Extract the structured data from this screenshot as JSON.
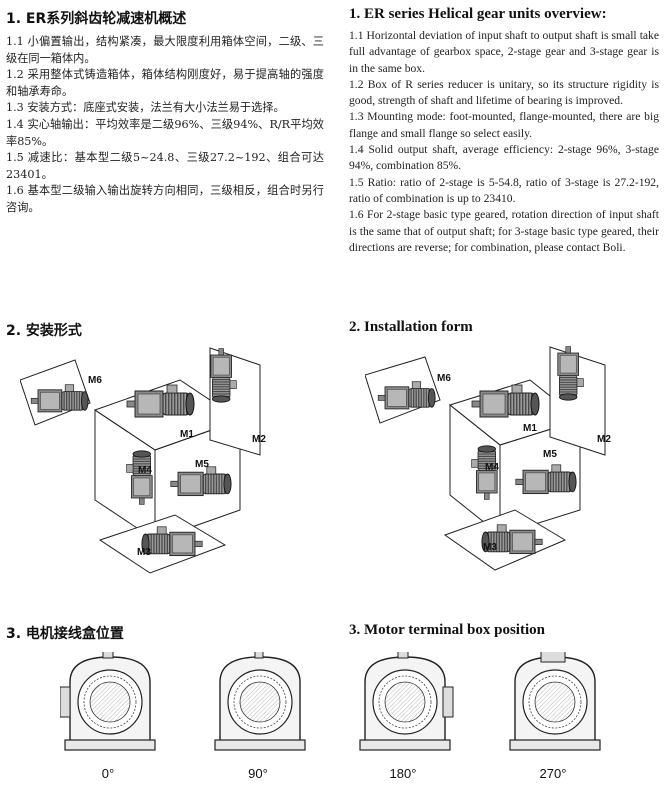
{
  "section1": {
    "cn_title": "1. ER系列斜齿轮减速机概述",
    "cn_paragraphs": [
      "1.1 小偏置输出，结构紧凑，最大限度利用箱体空间，二级、三级在同一箱体内。",
      "1.2 采用整体式铸造箱体，箱体结构刚度好，易于提高轴的强度和轴承寿命。",
      "1.3 安装方式：底座式安装，法兰有大小法兰易于选择。",
      "1.4 实心轴输出：平均效率是二级96%、三级94%、R/R平均效率85%。",
      "1.5 减速比：基本型二级5~24.8、三级27.2~192、组合可达23401。",
      "1.6 基本型二级输入输出旋转方向相同，三级相反，组合时另行咨询。"
    ],
    "en_title": "1. ER series Helical gear units overview:",
    "en_paragraphs": [
      "1.1 Horizontal deviation of input shaft to output shaft is small take full advantage of gearbox space, 2-stage gear and 3-stage gear is in the same box.",
      "1.2 Box of R series reducer is unitary, so its structure rigidity is good, strength of shaft and lifetime of bearing is improved.",
      "1.3 Mounting mode: foot-mounted, flange-mounted, there are big flange and small flange so select easily.",
      "1.4 Solid output shaft, average efficiency: 2-stage 96%, 3-stage 94%, combination 85%.",
      "1.5 Ratio: ratio of 2-stage is 5-54.8, ratio of 3-stage is 27.2-192, ratio of combination is up to 23410.",
      "1.6 For 2-stage basic type geared, rotation direction of input shaft is the same that of output shaft; for 3-stage basic type geared, their directions are reverse; for combination, please contact Boli."
    ]
  },
  "section2": {
    "cn_title": "2. 安装形式",
    "en_title": "2. Installation form",
    "positions": [
      "M1",
      "M2",
      "M3",
      "M4",
      "M5",
      "M6"
    ]
  },
  "section3": {
    "cn_title": "3. 电机接线盒位置",
    "en_title": "3. Motor terminal box position",
    "angles": [
      "0°",
      "90°",
      "180°",
      "270°"
    ]
  }
}
